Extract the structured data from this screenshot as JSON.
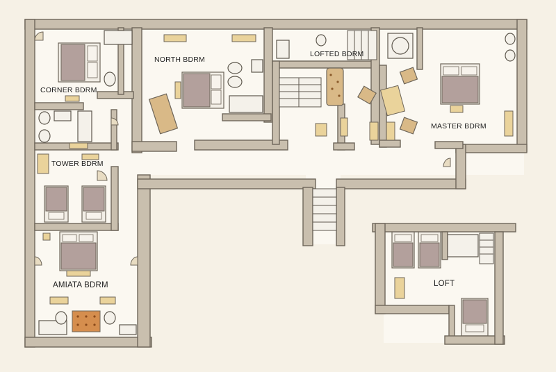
{
  "rooms": {
    "corner": "CORNER BDRM",
    "north": "NORTH BDRM",
    "lofted": "LOFTED BDRM",
    "master": "MASTER BDRM",
    "tower": "TOWER BDRM",
    "amiata": "AMIATA BDRM",
    "loft": "LOFT"
  },
  "colors": {
    "wall": "#c9bfae",
    "floor": "#fbf8f1",
    "bed_cover": "#b3a09c",
    "wood": "#ead39b",
    "rug": "#d58e4e"
  }
}
